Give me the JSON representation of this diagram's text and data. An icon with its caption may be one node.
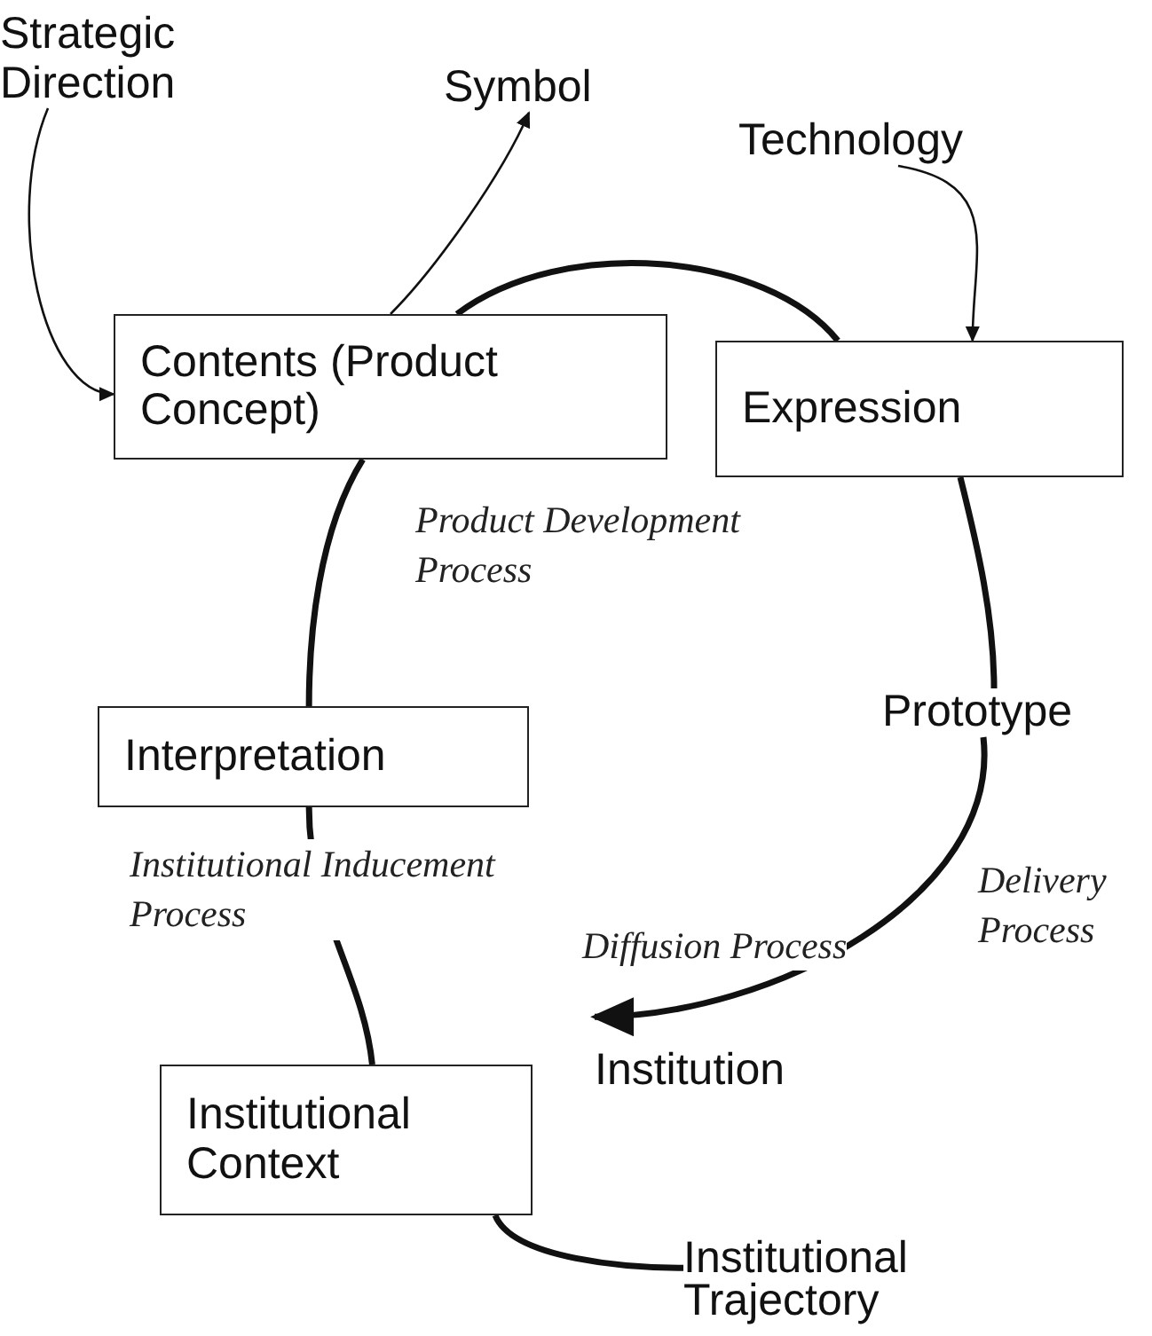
{
  "diagram": {
    "nodes": [
      {
        "text": [
          "Strategic Direction"
        ]
      },
      {
        "text": [
          "Symbol"
        ]
      },
      {
        "text": [
          "Technology"
        ]
      },
      {
        "text": [
          "Contents (Product Concept)"
        ]
      },
      {
        "text": [
          "Expression"
        ]
      },
      {
        "text": [
          "Prototype"
        ]
      },
      {
        "text": [
          "Interpretation"
        ]
      },
      {
        "text": [
          "Institution"
        ]
      },
      {
        "text": [
          "Institutional Context"
        ]
      },
      {
        "text": [
          "Institutional Trajectory"
        ]
      }
    ],
    "edges": [
      {
        "from": 0,
        "to": 3,
        "arrow": "to"
      },
      {
        "from": 3,
        "to": 1,
        "arrow": "to"
      },
      {
        "from": 2,
        "to": 4,
        "arrow": "to"
      },
      {
        "from": 3,
        "to": 4,
        "arrow": "none"
      },
      {
        "from": 4,
        "to": 5,
        "arrow": "none"
      },
      {
        "from": 5,
        "to": 7,
        "arrow": "to"
      },
      {
        "from": 3,
        "to": 6,
        "arrow": "none"
      },
      {
        "from": 6,
        "to": 8,
        "arrow": "none"
      },
      {
        "from": 8,
        "to": 9,
        "arrow": "none"
      }
    ],
    "labels": [
      "Product Development Process",
      "Institutional Inducement Process",
      "Diffusion Process",
      "Delivery Process"
    ]
  }
}
